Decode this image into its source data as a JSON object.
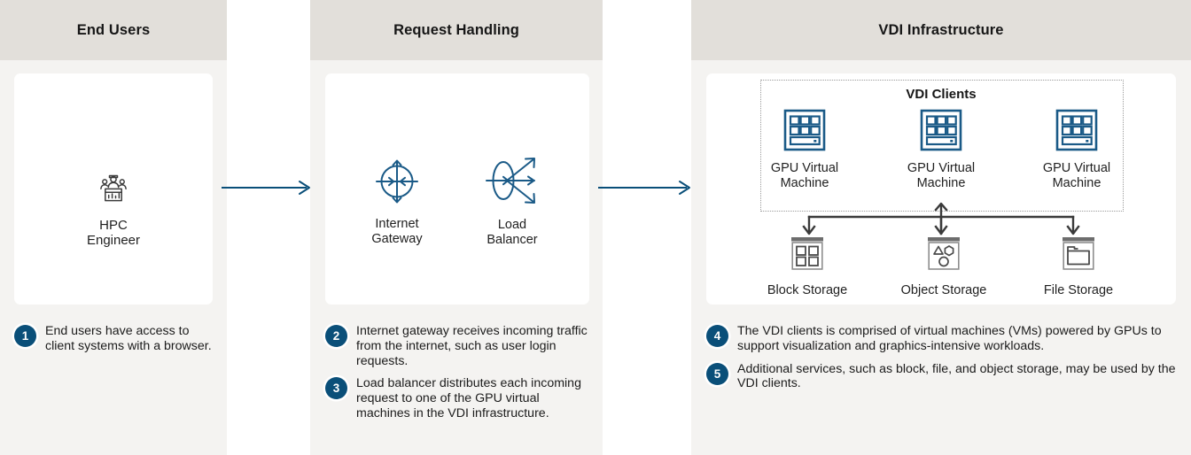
{
  "columns": [
    {
      "id": "end-users",
      "title": "End Users"
    },
    {
      "id": "request-handling",
      "title": "Request Handling"
    },
    {
      "id": "vdi-infrastructure",
      "title": "VDI Infrastructure"
    }
  ],
  "nodes": {
    "hpc_engineer": {
      "label": "HPC Engineer",
      "icon": "people-chart-icon"
    },
    "internet_gateway": {
      "label": "Internet\nGateway",
      "icon": "internet-gateway-icon"
    },
    "load_balancer": {
      "label": "Load\nBalancer",
      "icon": "load-balancer-icon"
    }
  },
  "vdi_clients": {
    "title": "VDI Clients",
    "machines": [
      {
        "label": "GPU Virtual\nMachine",
        "icon": "gpu-virtual-machine-icon"
      },
      {
        "label": "GPU Virtual\nMachine",
        "icon": "gpu-virtual-machine-icon"
      },
      {
        "label": "GPU Virtual\nMachine",
        "icon": "gpu-virtual-machine-icon"
      }
    ]
  },
  "storage": [
    {
      "label": "Block Storage",
      "icon": "block-storage-icon"
    },
    {
      "label": "Object Storage",
      "icon": "object-storage-icon"
    },
    {
      "label": "File Storage",
      "icon": "file-storage-icon"
    }
  ],
  "steps": {
    "end_users": [
      {
        "number": "1",
        "text": "End users have access to client systems with a browser."
      }
    ],
    "request_handling": [
      {
        "number": "2",
        "text": "Internet gateway receives incoming traffic from the internet, such as user login requests."
      },
      {
        "number": "3",
        "text": "Load balancer distributes each incoming request to one of the GPU virtual machines in the VDI infrastructure."
      }
    ],
    "vdi_infrastructure": [
      {
        "number": "4",
        "text": "The VDI clients is comprised of virtual machines (VMs) powered by GPUs to support visualization and graphics-intensive workloads."
      },
      {
        "number": "5",
        "text": "Additional services, such as block, file, and object storage, may be used by the VDI clients."
      }
    ]
  },
  "colors": {
    "column_background": "#f4f3f1",
    "column_header": "#e2dfda",
    "panel": "#ffffff",
    "accent_blue": "#0a4f79",
    "icon_blue": "#1a5a87",
    "connector_blue": "#0a4f79",
    "storage_gray": "#4a4a4a",
    "badge_background": "#0a4f79",
    "badge_text": "#ffffff"
  }
}
